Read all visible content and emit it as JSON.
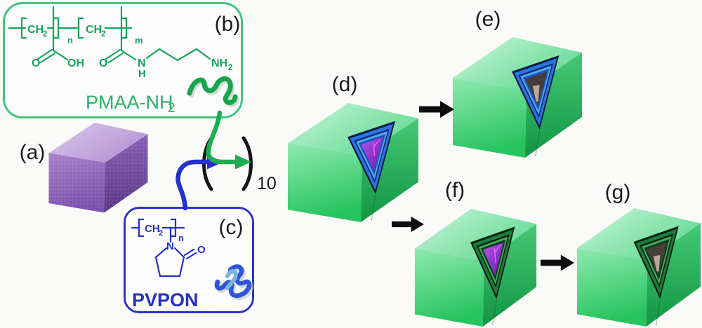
{
  "labels": {
    "a": "(a)",
    "b": "(b)",
    "c": "(c)",
    "d": "(d)",
    "e": "(e)",
    "f": "(f)",
    "g": "(g)"
  },
  "pmaa": {
    "title": "PMAA-NH",
    "title_sub": "2",
    "ch": "CH",
    "ch_sub": "2",
    "n": "n",
    "m": "m",
    "o": "O",
    "oh": "OH",
    "n_atom": "N",
    "h_atom": "H",
    "amine": "NH",
    "amine_sub": "2"
  },
  "pvpon": {
    "title": "PVPON",
    "ch": "CH",
    "ch_sub": "2",
    "n": "n",
    "n_atom": "N",
    "o_atom": "O"
  },
  "assembly": {
    "repeat_count": "10"
  },
  "icons": {
    "green_coil": "green-polymer-coil-icon",
    "blue_coil": "blue-polymer-coil-icon"
  },
  "colors": {
    "green-border": "#41c581",
    "green-structure": "#17a45c",
    "green-title": "#27b266",
    "green-coil": "#1aa34f",
    "green-arrow": "#1fad52",
    "blue-border": "#2c35cc",
    "blue-structure": "#2531c8",
    "blue-coil": "#2f55d8",
    "blue-coil-light": "#7ab4e6",
    "black-label": "#1a1a1a",
    "cube-green-top-1": "#cdf6dd",
    "cube-green-top-2": "#5fd890",
    "cube-green-front-1": "#8feab0",
    "cube-green-front-2": "#27c35e",
    "cube-green-right-1": "#46c976",
    "cube-green-right-2": "#129544",
    "purple-top-1": "#dbc8ec",
    "purple-top-2": "#b393d3",
    "purple-front-1": "#a983cd",
    "purple-front-2": "#7e55ad",
    "purple-right-1": "#8a63b7",
    "purple-right-2": "#5c3a88",
    "ring-navy": "#0a1c40",
    "ring-blue": "#2a76e8",
    "ring-blue-dark": "#0d2d6e",
    "ring-blue-light": "#52a7f2",
    "ring-blue-mid": "#1c55c0",
    "ring-green-edge": "#05200d",
    "ring-green": "#1e7c3c",
    "ring-green-deep": "#04220c",
    "ring-green-light": "#4aa860",
    "ring-green-mid": "#0b3d1c",
    "core-purple-1": "#b05ae8",
    "core-purple-2": "#6d13b0",
    "core-dark": "#443d38",
    "core-wedge": "#b7a89a",
    "magenta": "#f25af0"
  }
}
